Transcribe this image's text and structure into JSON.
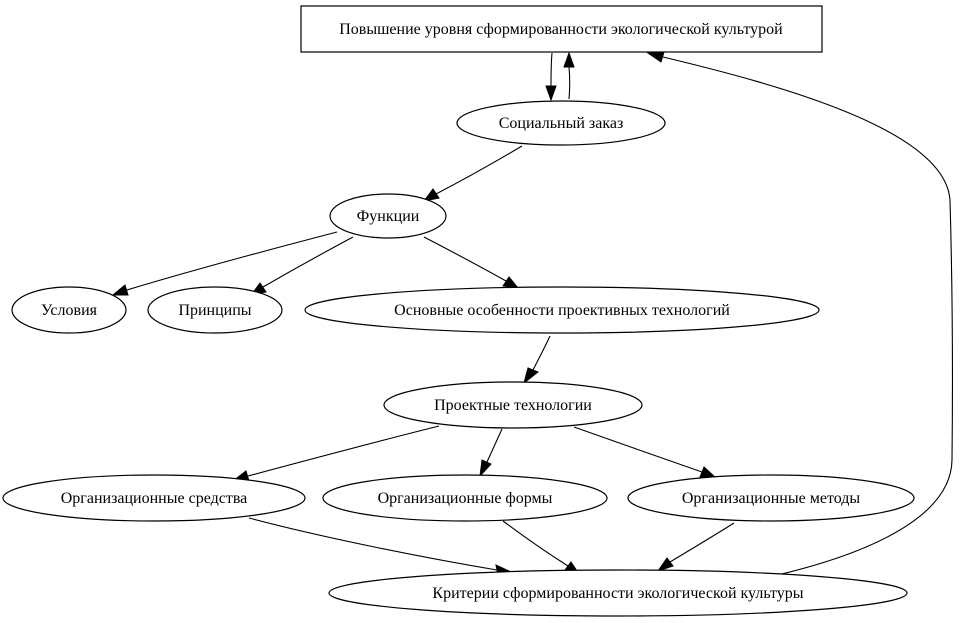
{
  "diagram": {
    "type": "directed-graph",
    "colors": {
      "stroke": "#000000",
      "fill": "#ffffff",
      "background": "#ffffff"
    },
    "nodes": [
      {
        "id": "top",
        "shape": "box",
        "label": "Повышение уровня сформированности экологической культурой"
      },
      {
        "id": "social",
        "shape": "ellipse",
        "label": "Социальный заказ"
      },
      {
        "id": "functions",
        "shape": "ellipse",
        "label": "Функции"
      },
      {
        "id": "conditions",
        "shape": "ellipse",
        "label": "Условия"
      },
      {
        "id": "principles",
        "shape": "ellipse",
        "label": "Принципы"
      },
      {
        "id": "features",
        "shape": "ellipse",
        "label": "Основные особенности проективных технологий"
      },
      {
        "id": "project",
        "shape": "ellipse",
        "label": "Проектные технологии"
      },
      {
        "id": "means",
        "shape": "ellipse",
        "label": "Организационные средства"
      },
      {
        "id": "forms",
        "shape": "ellipse",
        "label": "Организационные формы"
      },
      {
        "id": "methods",
        "shape": "ellipse",
        "label": "Организационные методы"
      },
      {
        "id": "criteria",
        "shape": "ellipse",
        "label": "Критерии сформированности экологической культуры"
      }
    ],
    "edges": [
      {
        "from": "top",
        "to": "social"
      },
      {
        "from": "social",
        "to": "top"
      },
      {
        "from": "social",
        "to": "functions"
      },
      {
        "from": "functions",
        "to": "conditions"
      },
      {
        "from": "functions",
        "to": "principles"
      },
      {
        "from": "functions",
        "to": "features"
      },
      {
        "from": "features",
        "to": "project"
      },
      {
        "from": "project",
        "to": "means"
      },
      {
        "from": "project",
        "to": "forms"
      },
      {
        "from": "project",
        "to": "methods"
      },
      {
        "from": "means",
        "to": "criteria"
      },
      {
        "from": "forms",
        "to": "criteria"
      },
      {
        "from": "methods",
        "to": "criteria"
      },
      {
        "from": "criteria",
        "to": "top"
      }
    ]
  }
}
